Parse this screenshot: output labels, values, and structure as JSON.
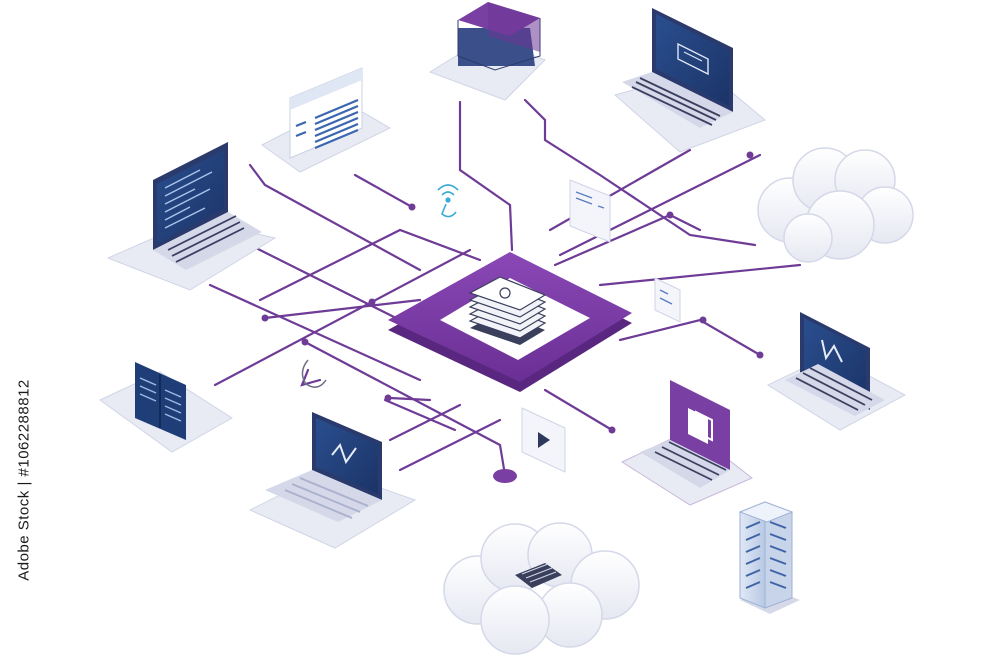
{
  "watermark": {
    "text": "Adobe Stock",
    "id_label": "Adobe Stock | #1062288812"
  },
  "colors": {
    "primary": "#7a3fa3",
    "line": "#6e3b96",
    "screen_dark": "#1f3e78",
    "platform": "#eef0f7",
    "cloud": "#f4f5fa"
  },
  "nodes": [
    {
      "name": "central-hub",
      "icon": "server-stack-icon"
    },
    {
      "name": "top-database",
      "icon": "database-icon"
    },
    {
      "name": "top-right-laptop",
      "icon": "chat-screen-icon"
    },
    {
      "name": "left-document",
      "icon": "document-icon"
    },
    {
      "name": "left-laptop",
      "icon": "code-screen-icon"
    },
    {
      "name": "left-book",
      "icon": "book-icon"
    },
    {
      "name": "bottom-left-laptop",
      "icon": "chart-screen-icon"
    },
    {
      "name": "right-laptop",
      "icon": "chart-screen-icon"
    },
    {
      "name": "mid-right-laptop",
      "icon": "document-screen-icon"
    },
    {
      "name": "server-tower",
      "icon": "server-tower-icon"
    },
    {
      "name": "top-right-cloud",
      "icon": "cloud-icon"
    },
    {
      "name": "bottom-cloud",
      "icon": "cloud-keyboard-icon"
    },
    {
      "name": "wifi-node",
      "icon": "wifi-icon"
    },
    {
      "name": "play-node",
      "icon": "play-icon"
    }
  ]
}
